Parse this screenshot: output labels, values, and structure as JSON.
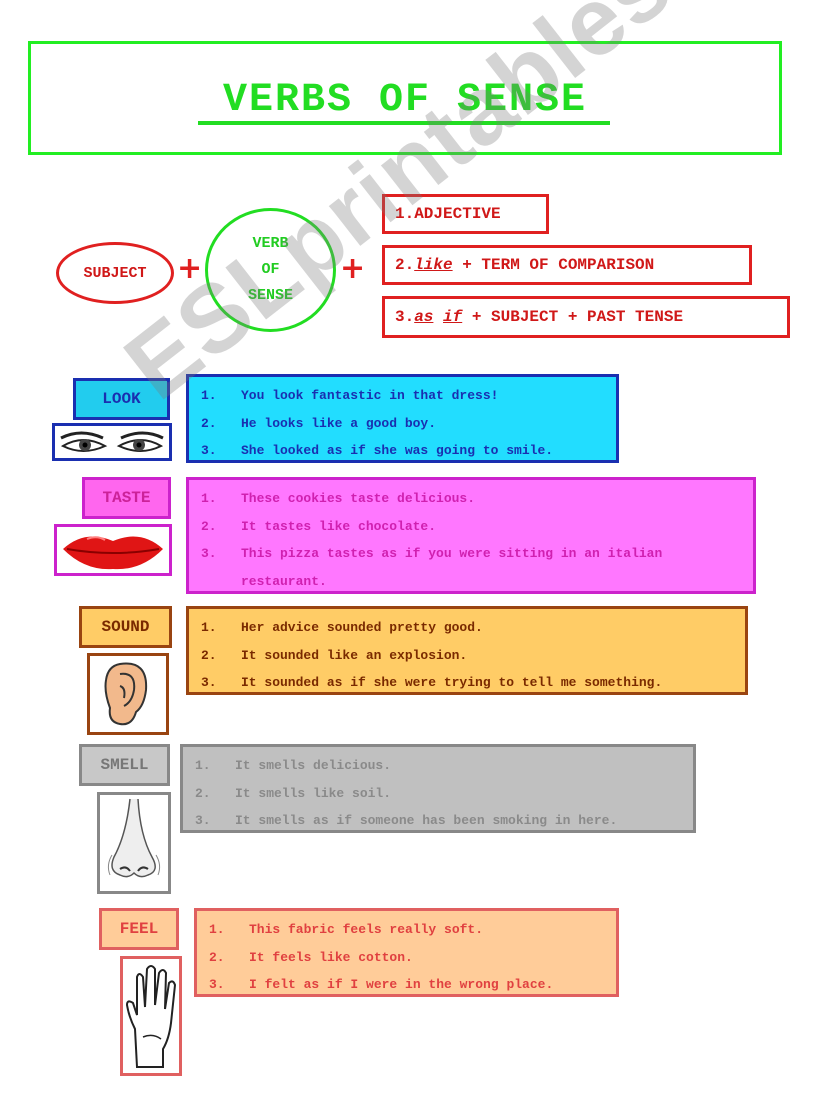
{
  "title": "VERBS OF SENSE",
  "formula": {
    "subject": "SUBJECT",
    "plus": "+",
    "verb_line1": "VERB",
    "verb_line2": "OF",
    "verb_line3": "SENSE",
    "option1": "1.ADJECTIVE",
    "option2_num": "2.",
    "option2_word": "like",
    "option2_rest": " + TERM OF COMPARISON",
    "option3_num": "3.",
    "option3_word1": "as",
    "option3_word2": "if",
    "option3_rest": " + SUBJECT + PAST TENSE"
  },
  "senses": {
    "look": {
      "label": "LOOK",
      "icon": "eyes-icon",
      "examples": [
        {
          "num": "1.",
          "text": "You look fantastic in that dress!"
        },
        {
          "num": "2.",
          "text": "He looks like a good boy."
        },
        {
          "num": "3.",
          "text": "She looked as if she was going to smile."
        }
      ]
    },
    "taste": {
      "label": "TASTE",
      "icon": "lips-icon",
      "examples": [
        {
          "num": "1.",
          "text": "These cookies taste delicious."
        },
        {
          "num": "2.",
          "text": "It tastes like chocolate."
        },
        {
          "num": "3.",
          "text": "This pizza tastes as if you were sitting in an italian restaurant."
        }
      ]
    },
    "sound": {
      "label": "SOUND",
      "icon": "ear-icon",
      "examples": [
        {
          "num": "1.",
          "text": "Her advice sounded pretty good."
        },
        {
          "num": "2.",
          "text": "It sounded like an explosion."
        },
        {
          "num": "3.",
          "text": "It sounded as if she were trying to tell me something."
        }
      ]
    },
    "smell": {
      "label": "SMELL",
      "icon": "nose-icon",
      "examples": [
        {
          "num": "1.",
          "text": "It smells delicious."
        },
        {
          "num": "2.",
          "text": "It smells like soil."
        },
        {
          "num": "3.",
          "text": "It smells as if someone has been smoking in here."
        }
      ]
    },
    "feel": {
      "label": "FEEL",
      "icon": "hand-icon",
      "examples": [
        {
          "num": "1.",
          "text": "This fabric feels really soft."
        },
        {
          "num": "2.",
          "text": "It feels like cotton."
        },
        {
          "num": "3.",
          "text": "I felt as if I were in the wrong place."
        }
      ]
    }
  },
  "watermark": "ESLprintables.com",
  "colors": {
    "title_green": "#22dd22",
    "formula_red": "#e02020",
    "look_bg": "#22ddff",
    "taste_bg": "#ff77ff",
    "sound_bg": "#ffcc66",
    "smell_bg": "#c0c0c0",
    "feel_bg": "#ffcc99"
  }
}
